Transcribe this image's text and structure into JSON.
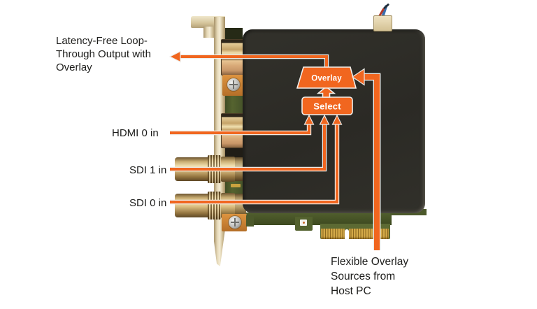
{
  "diagram": {
    "accent_color": "#f1661f",
    "outline_color": "#edece8",
    "text_color": "#1d1d1b",
    "labels": {
      "loop_through": {
        "lines": [
          "Latency-Free Loop-",
          "Through Output with",
          "Overlay"
        ]
      },
      "hdmi0": "HDMI 0 in",
      "sdi1": "SDI 1 in",
      "sdi0": "SDI 0 in",
      "overlay_sources": {
        "lines": [
          "Flexible Overlay",
          "Sources from",
          "Host PC"
        ]
      }
    },
    "nodes": {
      "overlay": "Overlay",
      "select": "Select"
    }
  }
}
